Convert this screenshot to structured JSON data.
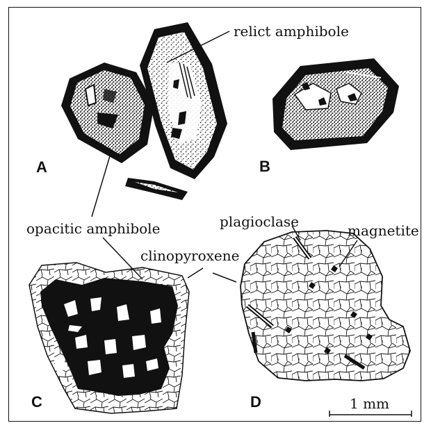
{
  "panels": {
    "a": "A",
    "b": "B",
    "c": "C",
    "d": "D"
  },
  "labels": {
    "relict": "relict amphibole",
    "opacitic": "opacitic amphibole",
    "clinopyroxene": "clinopyroxene",
    "plagioclase": "plagioclase",
    "magnetite": "magnetite"
  },
  "scale_bar": {
    "label": "1 mm"
  },
  "colors": {
    "ink": "#111111",
    "paper": "#ffffff"
  }
}
